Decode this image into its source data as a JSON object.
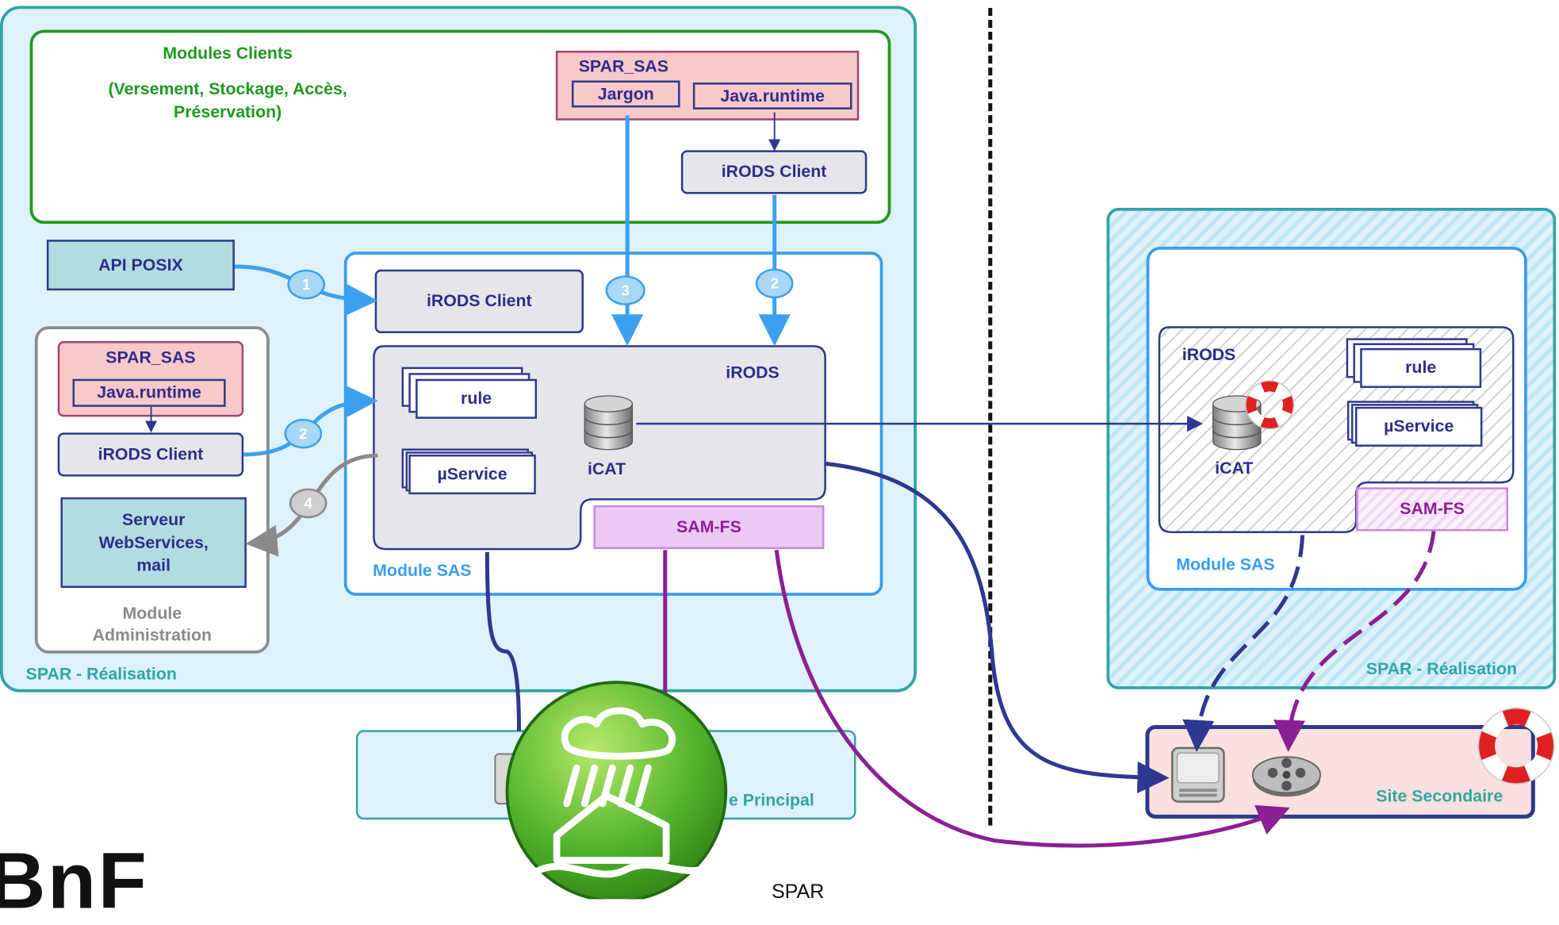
{
  "primary_site": {
    "clients": {
      "title": "Modules Clients",
      "subtitle": "(Versement, Stockage, Accès,\nPréservation)",
      "spar_sas": {
        "title": "SPAR_SAS",
        "jargon": "Jargon",
        "runtime": "Java.runtime"
      },
      "irods_client": "iRODS Client"
    },
    "api_posix": "API POSIX",
    "admin": {
      "spar_sas": "SPAR_SAS",
      "runtime": "Java.runtime",
      "irods_client": "iRODS Client",
      "server": "Serveur\nWebServices,\nmail",
      "label": "Module\nAdministration"
    },
    "sas": {
      "irods_client": "iRODS Client",
      "irods": "iRODS",
      "rule": "rule",
      "uservice": "µService",
      "icat": "iCAT",
      "samfs": "SAM-FS",
      "label": "Module SAS"
    },
    "realisation": "SPAR - Réalisation",
    "site_label": "e Principal"
  },
  "secondary_site": {
    "irods": "iRODS",
    "rule": "rule",
    "uservice": "µService",
    "icat": "iCAT",
    "samfs": "SAM-FS",
    "module_label": "Module SAS",
    "realisation": "SPAR - Réalisation",
    "site_label": "Site Secondaire"
  },
  "steps": [
    "1",
    "2",
    "3",
    "2",
    "4"
  ],
  "footer": {
    "logo": "BnF",
    "caption": "SPAR"
  },
  "colors": {
    "panel_bg": "#dff1fb",
    "panel_border": "#2fa6a3",
    "clients_border": "#1f9a1f",
    "clients_text": "#1e9a1e",
    "sas_border": "#3b9cf0",
    "teal_box": "#b2dde0",
    "navy_border": "#2d3a8c",
    "pink_box": "#f9c9c9",
    "pink_border": "#a0467a",
    "gray_box": "#e6e6ea",
    "samfs_bg": "#ecc8f4",
    "arrow_blue": "#3ba0f0",
    "arrow_navy": "#2e3791",
    "arrow_purple": "#8b1f94",
    "arrow_gray": "#8a8a8a"
  },
  "icons": [
    "database-icon",
    "lifebuoy-icon",
    "hard-drive-icon",
    "film-reel-icon",
    "flood-disaster-icon"
  ]
}
